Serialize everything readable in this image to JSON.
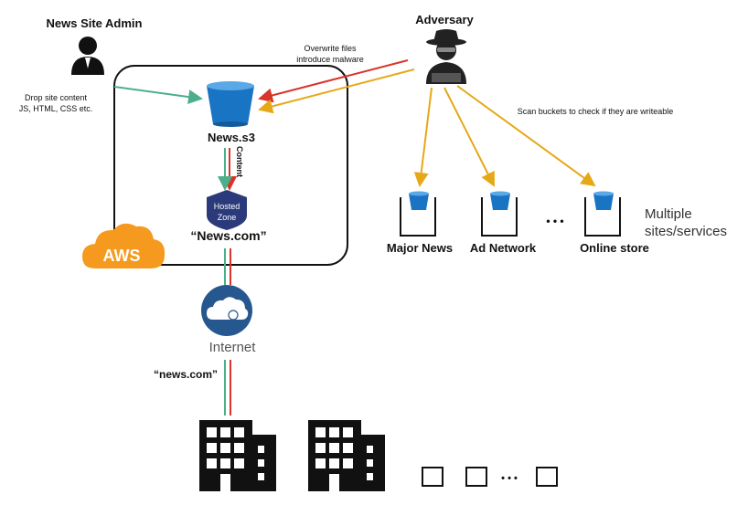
{
  "admin": {
    "title": "News Site Admin",
    "note_line1": "Drop site content",
    "note_line2": "JS, HTML, CSS etc."
  },
  "adversary": {
    "title": "Adversary",
    "overwrite_line1": "Overwrite files",
    "overwrite_line2": "introduce malware",
    "scan_label": "Scan buckets to check if they are writeable"
  },
  "aws": {
    "logo": "AWS",
    "bucket_label": "News.s3",
    "content_label": "Content",
    "zone_line1": "Hosted",
    "zone_line2": "Zone",
    "domain_label": "“News.com”"
  },
  "internet": {
    "label": "Internet",
    "dns_label": "“news.com”"
  },
  "targets": {
    "items": [
      "Major News",
      "Ad Network",
      "Online store"
    ],
    "more": "• • •",
    "multiple_line1": "Multiple",
    "multiple_line2": "sites/services"
  },
  "clients": {
    "more": "• • •"
  },
  "colors": {
    "bucket": "#1a74c4",
    "aws": "#f59a1e",
    "attack": "#d9342b",
    "scan": "#e6a817",
    "content": "#4caf8a",
    "zone": "#2b3a7a",
    "internet": "#26588f"
  },
  "icons": [
    "person-icon",
    "adversary-icon",
    "bucket-icon",
    "hosted-zone-icon",
    "cloud-icon",
    "building-icon",
    "aws-cloud-icon"
  ]
}
